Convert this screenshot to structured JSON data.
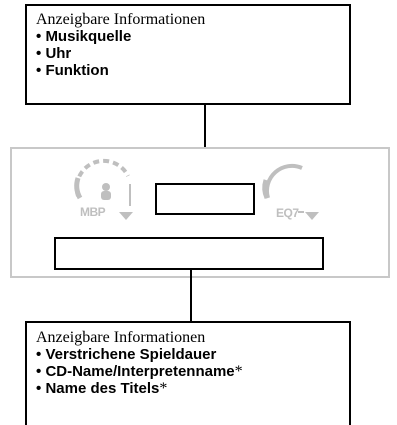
{
  "top_box": {
    "title": "Anzeigbare Informationen",
    "items": [
      {
        "text": "Musikquelle",
        "asterisk": ""
      },
      {
        "text": "Uhr",
        "asterisk": ""
      },
      {
        "text": "Funktion",
        "asterisk": ""
      }
    ]
  },
  "bottom_box": {
    "title": "Anzeigbare Informationen",
    "items": [
      {
        "text": "Verstrichene Spieldauer",
        "asterisk": ""
      },
      {
        "text": "CD-Name/Interpretenname",
        "asterisk": "*"
      },
      {
        "text": "Name des Titels",
        "asterisk": "*"
      }
    ]
  },
  "panel": {
    "left_knob_label": "MBP",
    "right_knob_label": "EQ7"
  },
  "bullet": "•",
  "colors": {
    "outline": "#000000",
    "panel_border": "#c8c8c8",
    "knob_gray": "#bfbfbf"
  }
}
